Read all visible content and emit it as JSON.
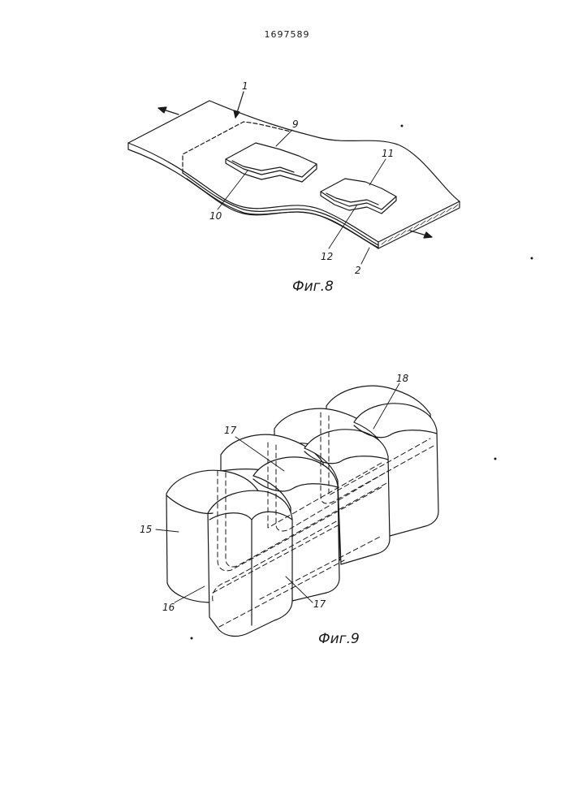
{
  "patent_number": "1697589",
  "figure_8": {
    "caption": "Фиг.8",
    "labels": {
      "ref_1": "1",
      "ref_2": "2",
      "ref_9": "9",
      "ref_10": "10",
      "ref_11": "11",
      "ref_12": "12"
    }
  },
  "figure_9": {
    "caption": "Фиг.9",
    "labels": {
      "ref_15": "15",
      "ref_16": "16",
      "ref_17_top": "17",
      "ref_17_bottom": "17",
      "ref_18": "18"
    }
  },
  "colors": {
    "ink": "#1a1a1a",
    "paper": "#ffffff"
  }
}
